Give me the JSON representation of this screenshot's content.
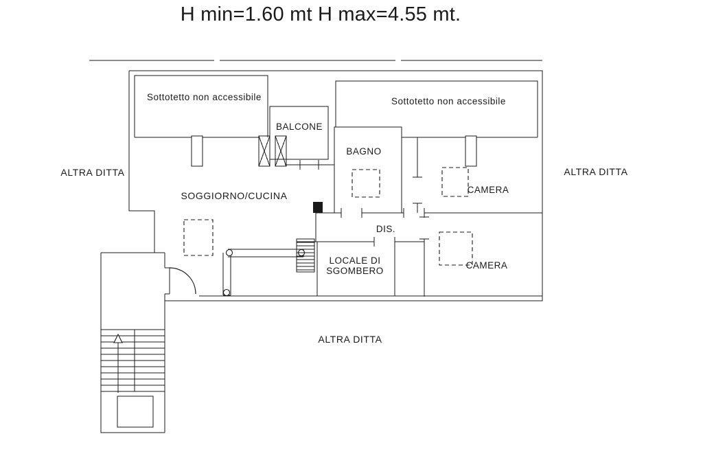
{
  "title": "H min=1.60 mt H max=4.55 mt.",
  "plan": {
    "attic_left": "Sottotetto non accessibile",
    "attic_right": "Sottotetto non accessibile",
    "balcony": "BALCONE",
    "bathroom": "BAGNO",
    "neighbor_left": "ALTRA DITTA",
    "neighbor_right": "ALTRA DITTA",
    "neighbor_bottom": "ALTRA DITTA",
    "living_kitchen": "SOGGIORNO/CUCINA",
    "bedroom_top": "CAMERA",
    "bedroom_bottom": "CAMERA",
    "hallway": "DIS.",
    "storage_line1": "LOCALE DI",
    "storage_line2": "SGOMBERO"
  }
}
